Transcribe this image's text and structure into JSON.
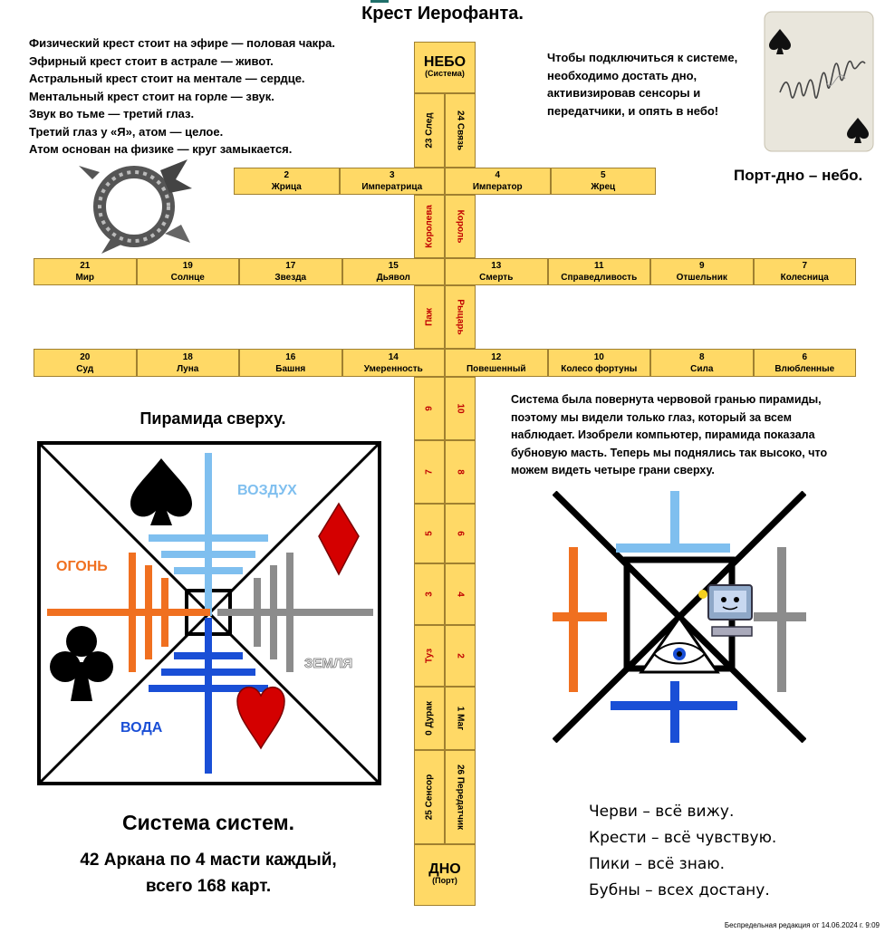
{
  "title": "Крест Иерофанта.",
  "intro_lines": [
    "Физический крест стоит на эфире — половая чакра.",
    "Эфирный крест стоит в астрале — живот.",
    "Астральный крест стоит на ментале — сердце.",
    "Ментальный крест стоит на горле — звук.",
    "Звук во тьме — третий глаз.",
    "Третий глаз у «Я», атом — целое.",
    "Атом основан на физике — круг замыкается."
  ],
  "connect_lines": [
    "Чтобы подключиться к системе,",
    "необходимо достать дно,",
    "активизировав сенсоры и",
    "передатчики, и опять в небо!"
  ],
  "port_text": "Порт-дно – небо.",
  "sky": {
    "label": "НЕБО",
    "sub": "(Система)"
  },
  "bottom": {
    "label": "ДНО",
    "sub": "(Порт)"
  },
  "column": {
    "top_left": "23 След",
    "top_right": "24 Связь",
    "court_top_left": "Королева",
    "court_top_right": "Король",
    "court_mid_left": "Паж",
    "court_mid_right": "Рыцарь",
    "pips": [
      {
        "left": "9",
        "right": "10"
      },
      {
        "left": "7",
        "right": "8"
      },
      {
        "left": "5",
        "right": "6"
      },
      {
        "left": "3",
        "right": "4"
      },
      {
        "left": "Туз",
        "right": "2"
      },
      {
        "left": "0 Дурак",
        "right": "1 Маг"
      },
      {
        "left": "25 Сенсор",
        "right": "26 Передатчик"
      }
    ]
  },
  "row1": [
    {
      "n": "2",
      "name": "Жрица"
    },
    {
      "n": "3",
      "name": "Императрица"
    },
    {
      "n": "4",
      "name": "Император"
    },
    {
      "n": "5",
      "name": "Жрец"
    }
  ],
  "row2": [
    {
      "n": "21",
      "name": "Мир"
    },
    {
      "n": "19",
      "name": "Солнце"
    },
    {
      "n": "17",
      "name": "Звезда"
    },
    {
      "n": "15",
      "name": "Дьявол"
    },
    {
      "n": "13",
      "name": "Смерть"
    },
    {
      "n": "11",
      "name": "Справедливость"
    },
    {
      "n": "9",
      "name": "Отшельник"
    },
    {
      "n": "7",
      "name": "Колесница"
    }
  ],
  "row3": [
    {
      "n": "20",
      "name": "Суд"
    },
    {
      "n": "18",
      "name": "Луна"
    },
    {
      "n": "16",
      "name": "Башня"
    },
    {
      "n": "14",
      "name": "Умеренность"
    },
    {
      "n": "12",
      "name": "Повешенный"
    },
    {
      "n": "10",
      "name": "Колесо фортуны"
    },
    {
      "n": "8",
      "name": "Сила"
    },
    {
      "n": "6",
      "name": "Влюбленные"
    }
  ],
  "pyramid_title": "Пирамида сверху.",
  "elements": {
    "air": "ВОЗДУХ",
    "fire": "ОГОНЬ",
    "earth": "ЗЕМЛЯ",
    "water": "ВОДА"
  },
  "system_text": [
    "Система была повернута червовой гранью пирамиды,",
    "поэтому мы видели только глаз, который за всем",
    "наблюдает. Изобрели компьютер, пирамида показала",
    "бубновую масть. Теперь мы поднялись так высоко, что",
    "можем видеть четыре грани сверху."
  ],
  "system_of_systems": "Система систем.",
  "arcana_lines": [
    "42 Аркана по 4 масти каждый,",
    "всего 168 карт."
  ],
  "suits_lines": [
    "Черви – всё вижу.",
    "Крести – всё чувствую.",
    "Пики – всё знаю.",
    "Бубны – всех достану."
  ],
  "footer": "Беспредельная редакция от 14.06.2024 г. 9:09",
  "colors": {
    "cell": "#ffd966",
    "air": "#7fbfef",
    "fire": "#f07020",
    "earth": "#8c8c8c",
    "water": "#1a4fd6",
    "suit_red": "#d40000"
  },
  "icons": [
    "dragon-ouroboros-icon",
    "spade-card-icon",
    "computer-icon",
    "eye-pyramid-icon"
  ]
}
